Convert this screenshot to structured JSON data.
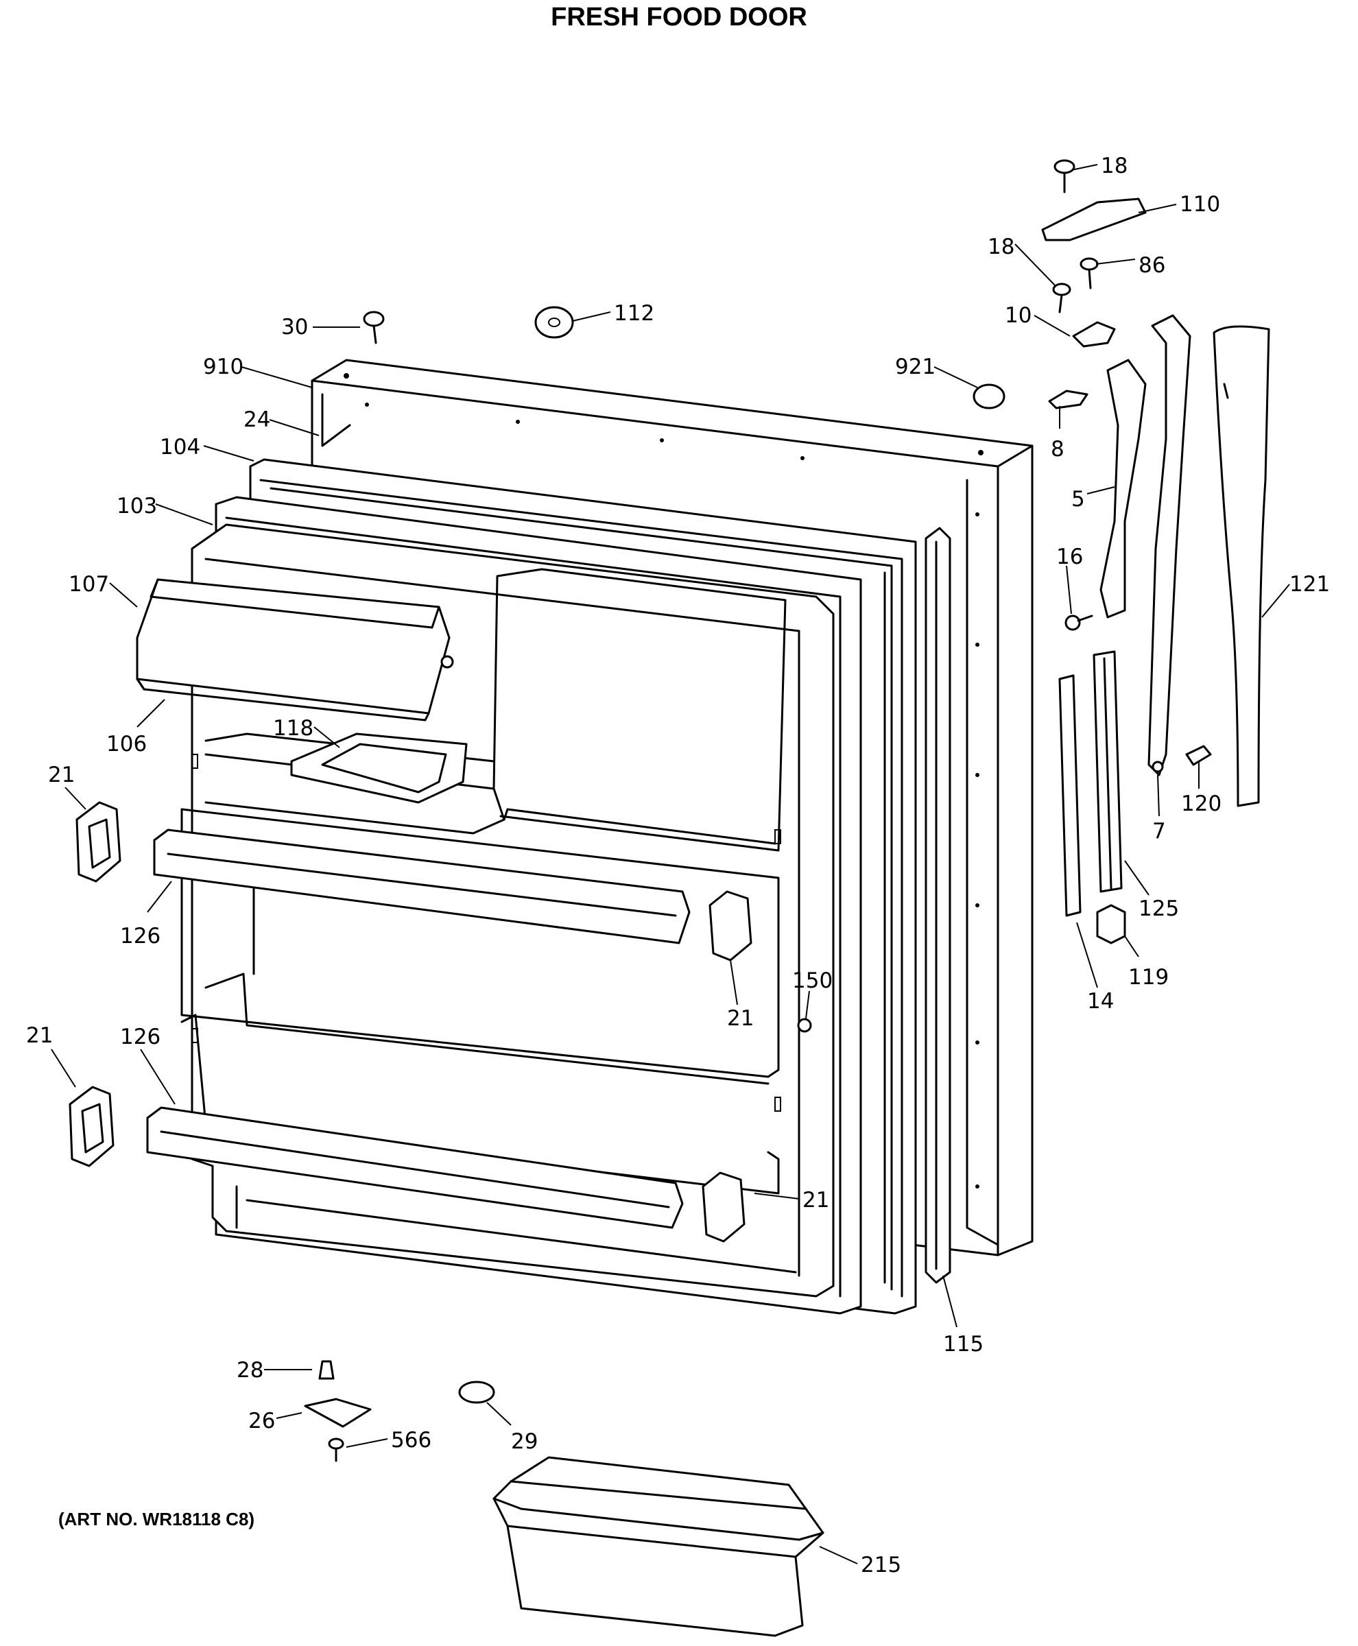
{
  "title": "FRESH FOOD DOOR",
  "art_number": "(ART NO. WR18118 C8)",
  "callouts": {
    "c18a": "18",
    "c110": "110",
    "c18b": "18",
    "c86": "86",
    "c30": "30",
    "c112": "112",
    "c10": "10",
    "c910": "910",
    "c921": "921",
    "c8": "8",
    "c24": "24",
    "c104": "104",
    "c5": "5",
    "c103": "103",
    "c16": "16",
    "c107": "107",
    "c121": "121",
    "c106": "106",
    "c118": "118",
    "c21a": "21",
    "c120": "120",
    "c7": "7",
    "c125": "125",
    "c126a": "126",
    "c119": "119",
    "c150": "150",
    "c14": "14",
    "c21b": "21",
    "c21c": "21",
    "c126b": "126",
    "c21d": "21",
    "c115": "115",
    "c28": "28",
    "c26": "26",
    "c29": "29",
    "c566": "566",
    "c215": "215"
  }
}
